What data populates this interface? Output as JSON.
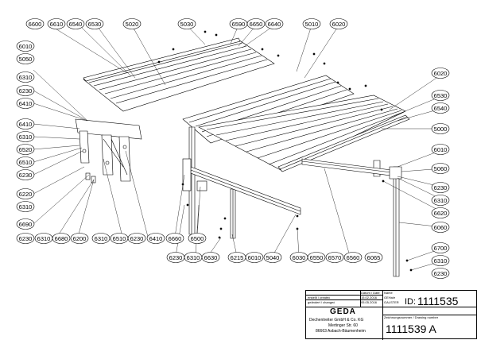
{
  "callouts_top": [
    "6600",
    "6610",
    "6540",
    "6530",
    "5020",
    "5030",
    "6590",
    "6650",
    "6640",
    "5010",
    "6020"
  ],
  "callouts_left": [
    "6010",
    "5050",
    "6310",
    "6230",
    "6410",
    "6410",
    "6310",
    "6520",
    "6510",
    "6230",
    "6220",
    "6310",
    "6690"
  ],
  "callouts_right": [
    "6020",
    "6530",
    "6540",
    "5000",
    "6010",
    "5060",
    "6230",
    "6310",
    "6620",
    "6060",
    "6700",
    "6310",
    "6230"
  ],
  "callouts_bottom_left": [
    "6230",
    "6310",
    "6680",
    "6200",
    "6310",
    "6510",
    "6230",
    "6410",
    "6660",
    "6500"
  ],
  "callouts_bottom_mid": [
    "6230",
    "6310",
    "6630",
    "6215",
    "6010",
    "5040",
    "6030",
    "6550",
    "6570",
    "6560",
    "6065"
  ],
  "title_block": {
    "col_datum": "Datum / Date",
    "col_name": "Name",
    "row1_label": "erstellt / created",
    "row1_date": "15.02.2016",
    "row1_name": "GEHa/e",
    "row2_label": "geändert / changed",
    "row2_date": "05.05.2016",
    "row2_name": "GALSTER",
    "id_label": "ID:",
    "id_value": "1111535",
    "company_logo": "GEDA",
    "company_name": "Dechentreiter GmbH & Co. KG",
    "company_street": "Mertinger Str. 60",
    "company_city": "86663 Asbach-Bäumenheim",
    "drawing_number_label": "Zeichnungsnummer / Drawing number",
    "drawing_number": "1111539 A"
  }
}
